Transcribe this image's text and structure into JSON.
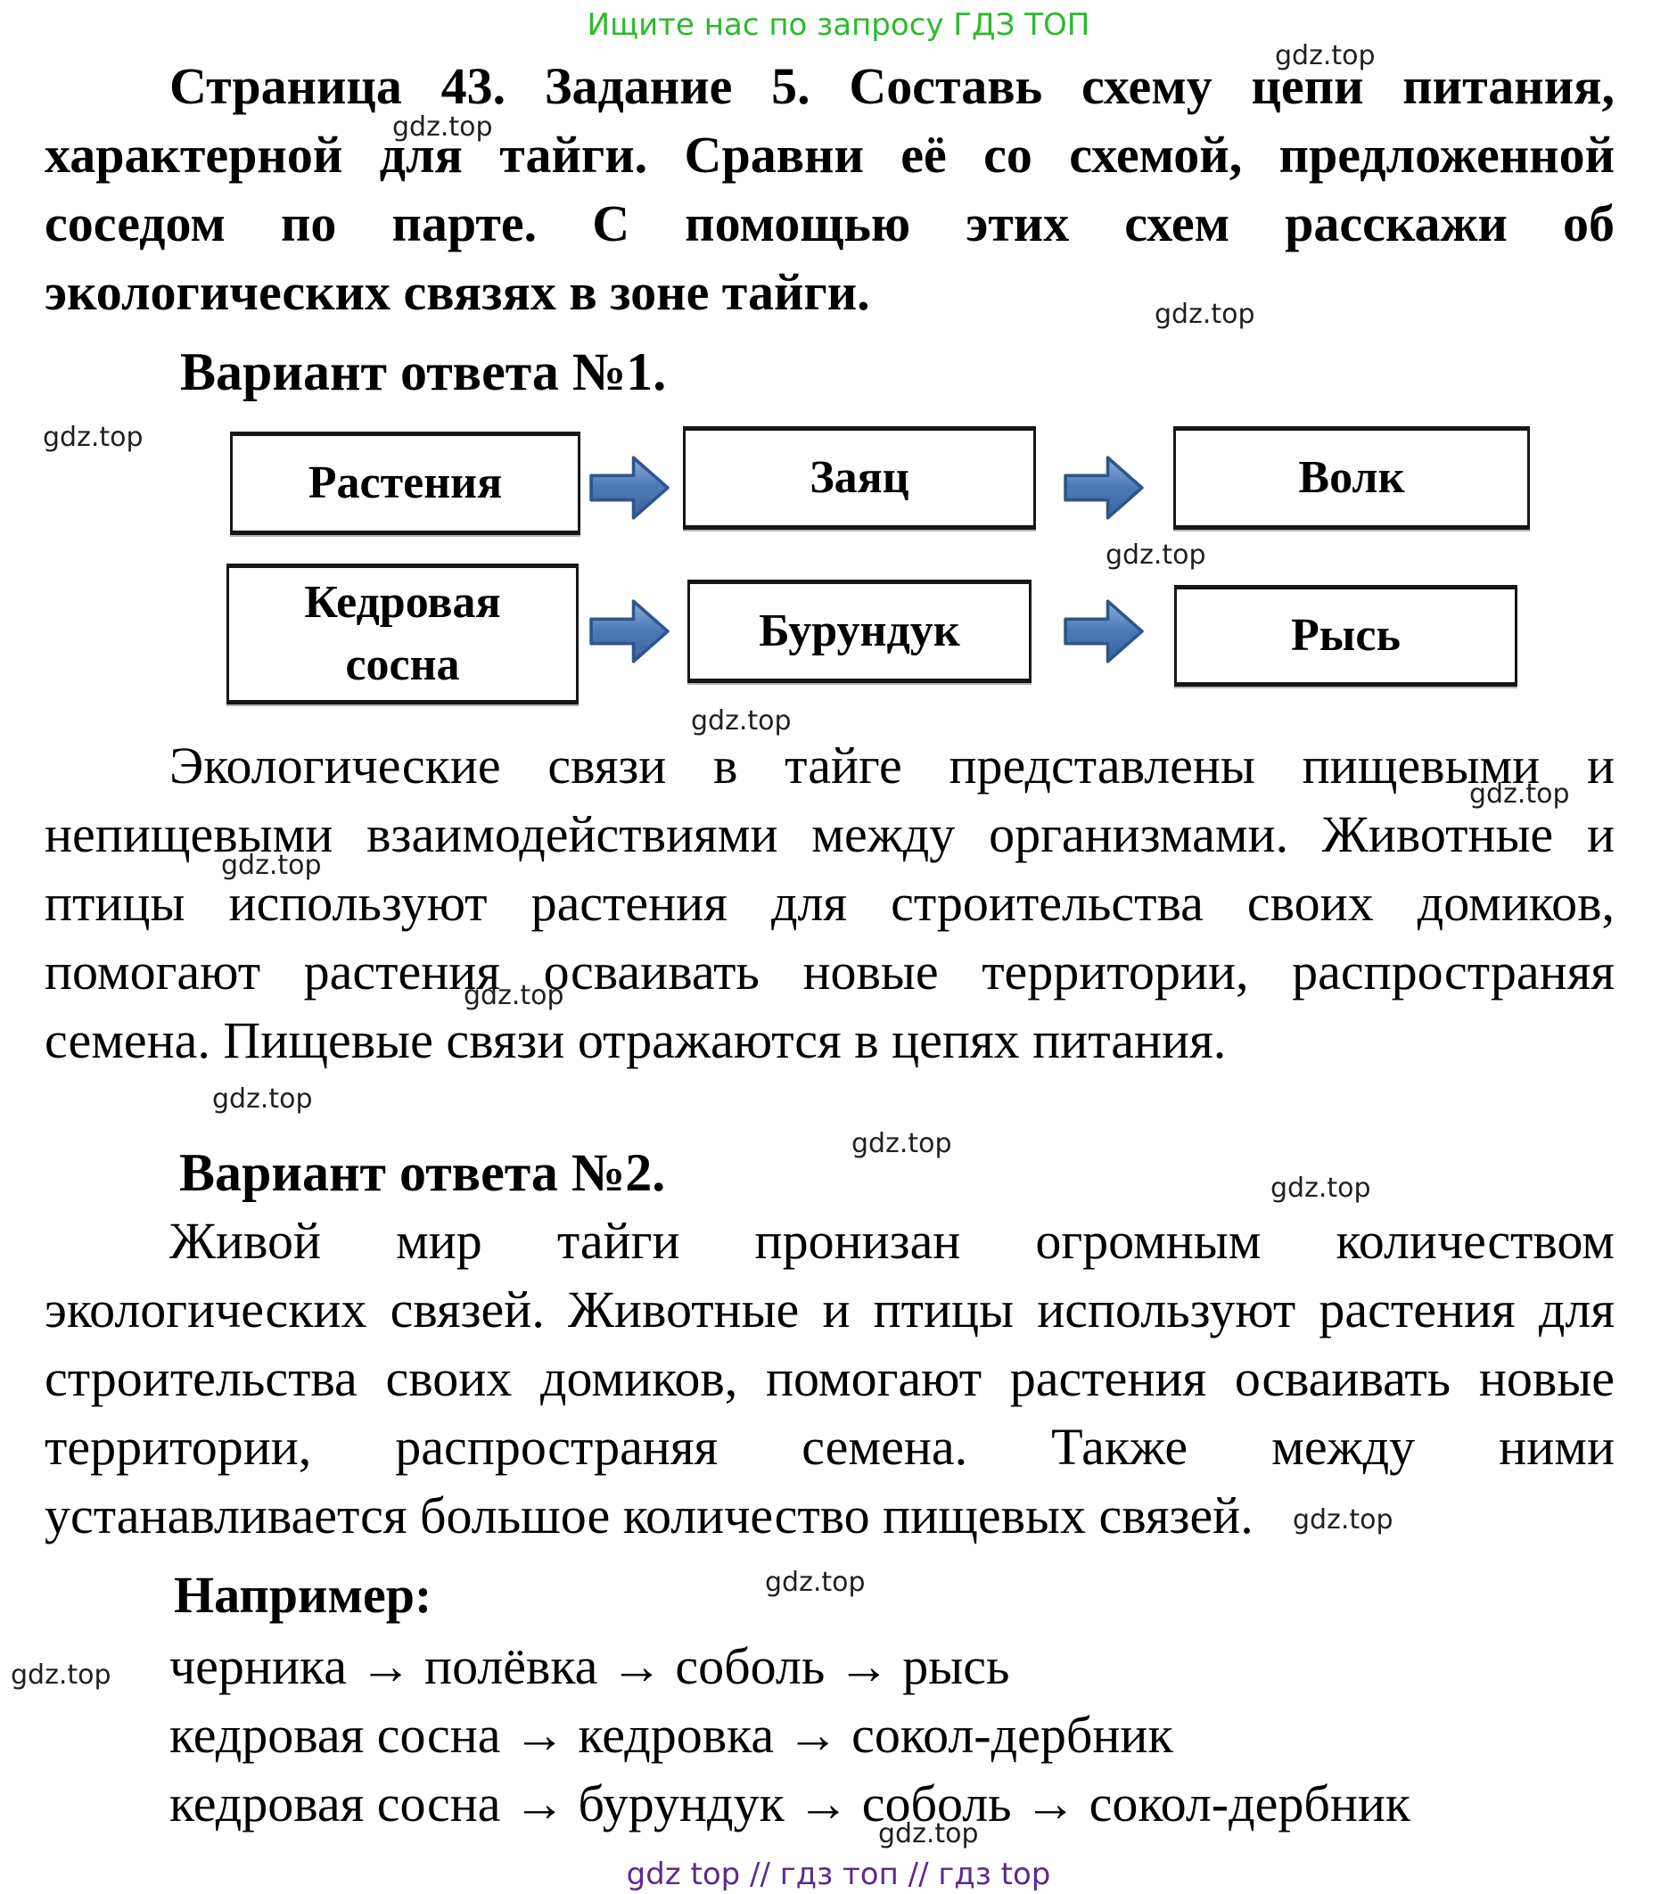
{
  "page": {
    "header_banner": "Ищите нас по запросу ГДЗ ТОП",
    "watermark": "gdz.top",
    "footer": "gdz top // гдз топ // гдз top",
    "colors": {
      "banner_green": "#2db92d",
      "footer_purple": "#5b2b91",
      "arrow_fill": "#4f7cba",
      "arrow_stroke": "#2c5788",
      "box_border": "#161616",
      "text": "#000000"
    }
  },
  "task": {
    "title_lines": [
      "Страница 43. Задание 5.  Составь схему цепи питания,",
      "характерной для тайги. Сравни её со схемой, предложенной",
      "соседом по парте. С помощью этих схем расскажи об",
      "экологических связях в зоне тайги."
    ]
  },
  "answer1": {
    "heading": "Вариант ответа №1.",
    "diagram": {
      "rows": [
        {
          "boxes": [
            "Растения",
            "Заяц",
            "Волк"
          ]
        },
        {
          "boxes": [
            "Кедровая сосна",
            "Бурундук",
            "Рысь"
          ]
        }
      ]
    },
    "paragraph_lines": [
      "Экологические связи в тайге представлены пищевыми и",
      "непищевыми взаимодействиями между организмами. Животные и",
      "птицы используют растения для строительства своих домиков,",
      "помогают растения осваивать новые территории, распространяя",
      "семена. Пищевые связи отражаются в цепях питания."
    ]
  },
  "answer2": {
    "heading": "Вариант ответа №2.",
    "paragraph_lines": [
      "Живой мир тайги пронизан огромным количеством",
      "экологических связей. Животные и птицы используют растения для",
      "строительства своих домиков, помогают растения осваивать новые",
      "территории, распространяя семена. Также между ними",
      "устанавливается большое количество пищевых связей."
    ],
    "examples_heading": "Например:",
    "chains": [
      "черника → полёвка → соболь → рысь",
      "кедровая сосна → кедровка → сокол-дербник",
      "кедровая сосна → бурундук → соболь → сокол-дербник"
    ]
  }
}
